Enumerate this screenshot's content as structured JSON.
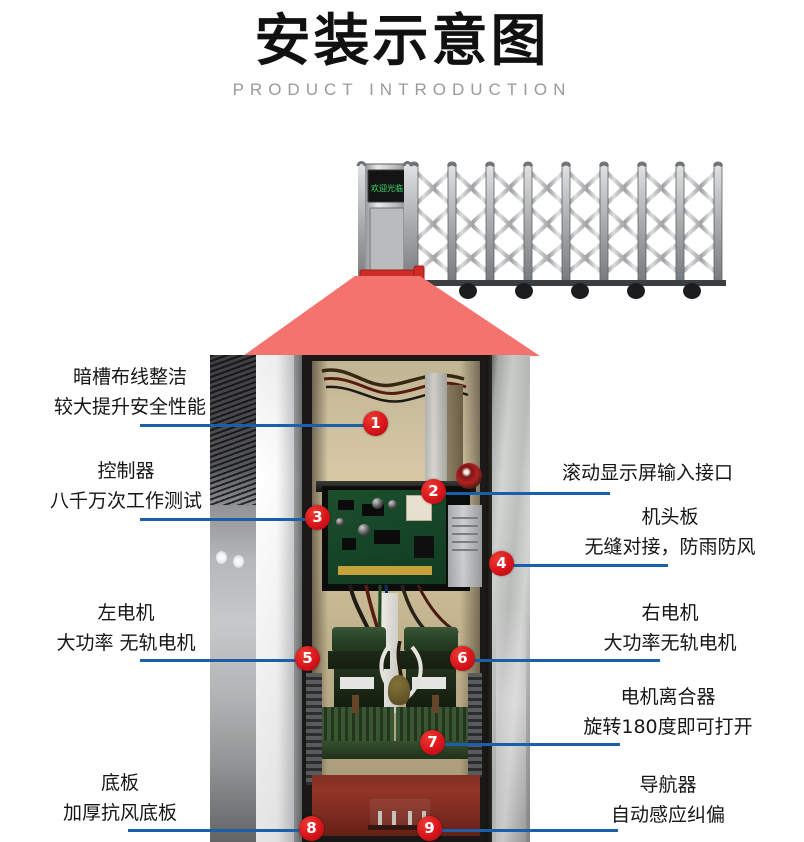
{
  "header": {
    "title_cn": "安装示意图",
    "title_en": "PRODUCT INTRODUCTION"
  },
  "product": {
    "name": "electric-retractable-gate",
    "display_text": "欢迎光临"
  },
  "colors": {
    "marker_red": "#d8141a",
    "leader_blue": "#1b5fa8",
    "funnel_red": "#f4736e",
    "title_black": "#111111",
    "subtitle_grey": "#9a9a9a"
  },
  "callouts": [
    {
      "number": "1",
      "side": "left",
      "lines": [
        "暗槽布线整洁",
        "较大提升安全性能"
      ]
    },
    {
      "number": "2",
      "side": "right",
      "lines": [
        "滚动显示屏输入接口"
      ]
    },
    {
      "number": "3",
      "side": "left",
      "lines": [
        "控制器",
        "八千万次工作测试"
      ]
    },
    {
      "number": "4",
      "side": "right",
      "lines": [
        "机头板",
        "无缝对接，防雨防风"
      ]
    },
    {
      "number": "5",
      "side": "left",
      "lines": [
        "左电机",
        "大功率 无轨电机"
      ]
    },
    {
      "number": "6",
      "side": "right",
      "lines": [
        "右电机",
        "大功率无轨电机"
      ]
    },
    {
      "number": "7",
      "side": "right",
      "lines": [
        "电机离合器",
        "旋转180度即可打开"
      ]
    },
    {
      "number": "8",
      "side": "left",
      "lines": [
        "底板",
        "加厚抗风底板"
      ]
    },
    {
      "number": "9",
      "side": "right",
      "lines": [
        "导航器",
        "自动感应纠偏"
      ]
    }
  ]
}
